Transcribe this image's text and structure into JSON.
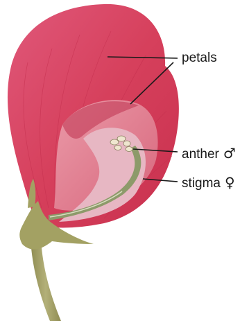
{
  "labels": {
    "petals": "petals",
    "anther": "anther",
    "anther_symbol": "♂",
    "stigma": "stigma",
    "stigma_symbol": "♀"
  },
  "colors": {
    "petal": "#d9435f",
    "petal_light": "#ea8a9b",
    "stem": "#a6a46a",
    "background": "#ffffff"
  }
}
